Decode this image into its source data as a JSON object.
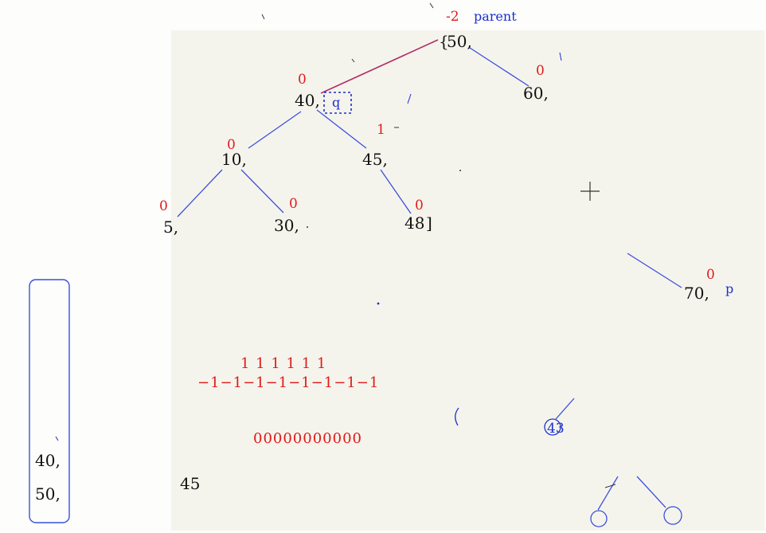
{
  "colors": {
    "edge": "#3a4fe0",
    "highlight_edge": "#b0306a",
    "balance": "#e01a1a",
    "annotation": "#1a2fcf",
    "text": "#111111",
    "background": "#fdfdfb"
  },
  "tree": {
    "root_prefix": "{",
    "nodes": {
      "n50": {
        "label": "50,",
        "balance": "-2"
      },
      "n40": {
        "label": "40,",
        "balance": "0"
      },
      "n60": {
        "label": "60,",
        "balance": "0"
      },
      "n10": {
        "label": "10,",
        "balance": "0"
      },
      "n45": {
        "label": "45,",
        "balance": "1"
      },
      "n5": {
        "label": "5,",
        "balance": "0"
      },
      "n30": {
        "label": "30,",
        "balance": "0"
      },
      "n48": {
        "label": "48",
        "balance": "0",
        "suffix": "]"
      },
      "n70": {
        "label": "70,",
        "balance": "0"
      }
    },
    "pointers": {
      "parent": "parent",
      "q": "q",
      "p": "p"
    }
  },
  "stack": {
    "items": [
      "40,",
      "50,"
    ]
  },
  "scratch": {
    "ones_row": "1 1 1 1 1 1",
    "neg_row": "−1−1−1−1−1−1−1−1",
    "zeros_row": "00000000000",
    "circled": "43",
    "loose_45": "45"
  }
}
